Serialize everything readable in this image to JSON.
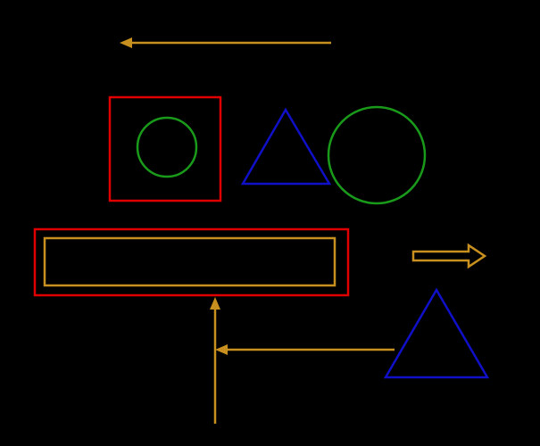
{
  "canvas": {
    "background": "#000000"
  },
  "colors": {
    "red": "#e00000",
    "green": "#1a9a1a",
    "blue": "#1010c8",
    "orange": "#c8901e"
  },
  "shapes": [
    {
      "kind": "rect",
      "name": "red-square",
      "color": "red"
    },
    {
      "kind": "circle",
      "name": "small-green-circle",
      "color": "green"
    },
    {
      "kind": "triangle",
      "name": "upper-blue-triangle",
      "color": "blue"
    },
    {
      "kind": "circle",
      "name": "large-green-circle",
      "color": "green"
    },
    {
      "kind": "rect",
      "name": "wide-red-rectangle",
      "color": "red"
    },
    {
      "kind": "rect",
      "name": "inner-orange-rectangle",
      "color": "orange"
    },
    {
      "kind": "triangle",
      "name": "lower-blue-triangle",
      "color": "blue"
    }
  ],
  "arrows": [
    {
      "name": "top-left-arrow",
      "direction": "left",
      "style": "line",
      "color": "orange"
    },
    {
      "name": "hollow-right-arrow",
      "direction": "right",
      "style": "hollow",
      "color": "orange"
    },
    {
      "name": "vertical-up-arrow",
      "direction": "up",
      "style": "line",
      "color": "orange"
    },
    {
      "name": "lower-left-arrow",
      "direction": "left",
      "style": "line",
      "color": "orange"
    }
  ]
}
